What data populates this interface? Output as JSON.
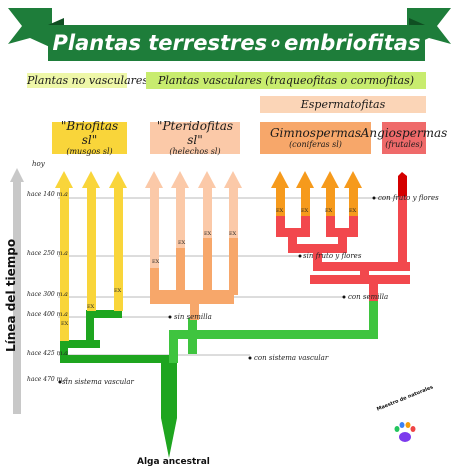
{
  "title": {
    "main": "Plantas terrestres",
    "connector": "o",
    "alt": "embriofitas"
  },
  "divisions": {
    "no_vasculares": "Plantas no vasculares",
    "vasculares": "Plantas vasculares (traqueofitas o cormofitas)",
    "espermatofitas": "Espermatofitas"
  },
  "groups": [
    {
      "name": "\"Briofitas sl\"",
      "sub": "(musgos sl)"
    },
    {
      "name": "\"Pteridofitas sl\"",
      "sub": "(helechos sl)"
    },
    {
      "name": "Gimnospermas",
      "sub": "(coniferas sl)"
    },
    {
      "name": "Angiospermas",
      "sub": "(frutales)"
    }
  ],
  "axis": {
    "label": "Línea del tiempo",
    "top": "hoy"
  },
  "time_marks": [
    "hace 140 m.a",
    "hace 250 m.a",
    "hace 300 m.a",
    "hace 400 m.a",
    "hace 425 m.a",
    "hace 470 m.a"
  ],
  "events": {
    "con_fruto": "con fruto y flores",
    "sin_fruto": "sin fruto y flores",
    "con_semilla": "con semilla",
    "sin_semilla": "sin semilla",
    "con_sistema": "con sistema vascular",
    "sin_sistema": "sin sistema vascular"
  },
  "point_label": "EX",
  "root_label": "Alga ancestral",
  "logo_text": "Maestro de naturales",
  "colors": {
    "banner": "#1e7d3a",
    "briofitas": "#f9d53a",
    "pteridofitas": "#f7a76a",
    "pteridofitas_light": "#fbc9a8",
    "gimnospermas": "#f69a1c",
    "angiospermas": "#d40000",
    "seed_line": "#f2484d",
    "vascular_line": "#3fc43f",
    "base_line": "#1ea51f"
  }
}
